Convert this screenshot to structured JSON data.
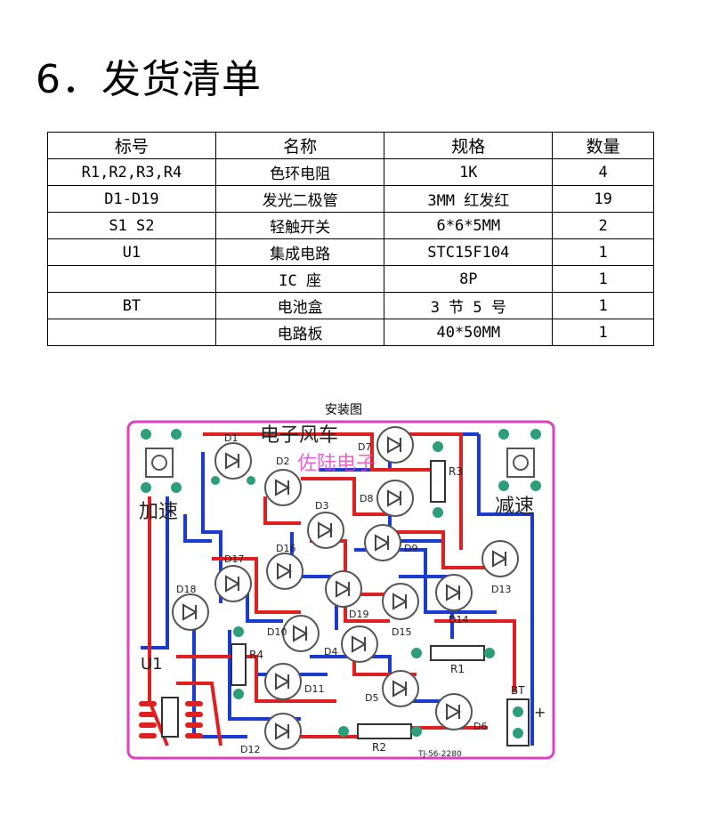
{
  "title": "6．发货清单",
  "table": {
    "headers": [
      "标号",
      "名称",
      "规格",
      "数量"
    ],
    "rows": [
      [
        "R1,R2,R3,R4",
        "色环电阻",
        "1K",
        "4"
      ],
      [
        "D1-D19",
        "发光二极管",
        "3MM 红发红",
        "19"
      ],
      [
        "S1 S2",
        "轻触开关",
        "6*6*5MM",
        "2"
      ],
      [
        "U1",
        "集成电路",
        "STC15F104",
        "1"
      ],
      [
        "",
        "IC 座",
        "8P",
        "1"
      ],
      [
        "BT",
        "电池盒",
        "3 节 5 号",
        "1"
      ],
      [
        "",
        "电路板",
        "40*50MM",
        "1"
      ]
    ]
  },
  "diagram": {
    "caption": "安装图",
    "board_title": "电子风车",
    "watermark": "佐陆电子",
    "labels": {
      "speed_up": "加速",
      "speed_down": "减速",
      "u1": "U1",
      "bt": "BT",
      "r1": "R1",
      "r2": "R2",
      "r3": "R3",
      "r4": "R4",
      "board_code": "TJ-56-2280",
      "plus": "+",
      "leds": [
        "D1",
        "D2",
        "D3",
        "D4",
        "D5",
        "D6",
        "D7",
        "D8",
        "D9",
        "D10",
        "D11",
        "D12",
        "D13",
        "D14",
        "D15",
        "D16",
        "D17",
        "D18",
        "D19"
      ]
    },
    "colors": {
      "outline": "#e040c0",
      "red": "#e02020",
      "blue": "#1a3ad0",
      "pad": "#2e9e7a"
    }
  }
}
